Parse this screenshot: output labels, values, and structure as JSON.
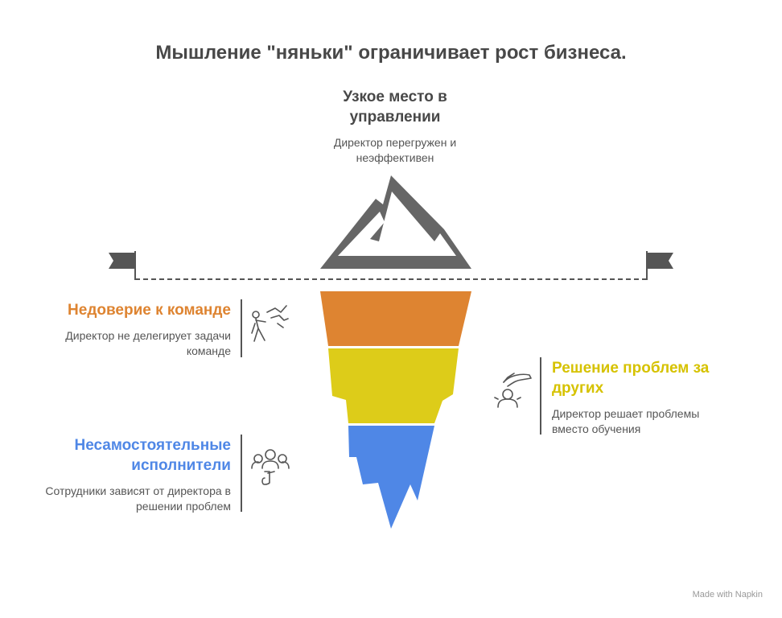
{
  "title": "Мышление \"няньки\" ограничивает рост бизнеса.",
  "peak": {
    "title": "Узкое место в управлении",
    "description": "Директор перегружен и неэффективен"
  },
  "layers": [
    {
      "title": "Недоверие к команде",
      "description": "Директор не делегирует задачи команде",
      "color": "#DE8431",
      "icon": "person-pushing-away-icon"
    },
    {
      "title": "Решение проблем за других",
      "description": "Директор решает проблемы вместо обучения",
      "color": "#DDCC19",
      "icon": "helping-hand-icon"
    },
    {
      "title": "Несамостоятельные исполнители",
      "description": "Сотрудники зависят от директора в решении проблем",
      "color": "#4F87E6",
      "icon": "dependent-group-icon"
    }
  ],
  "watermark": "Made with Napkin",
  "colors": {
    "mountain": "#666666",
    "flag": "#555555",
    "text": "#484848"
  }
}
